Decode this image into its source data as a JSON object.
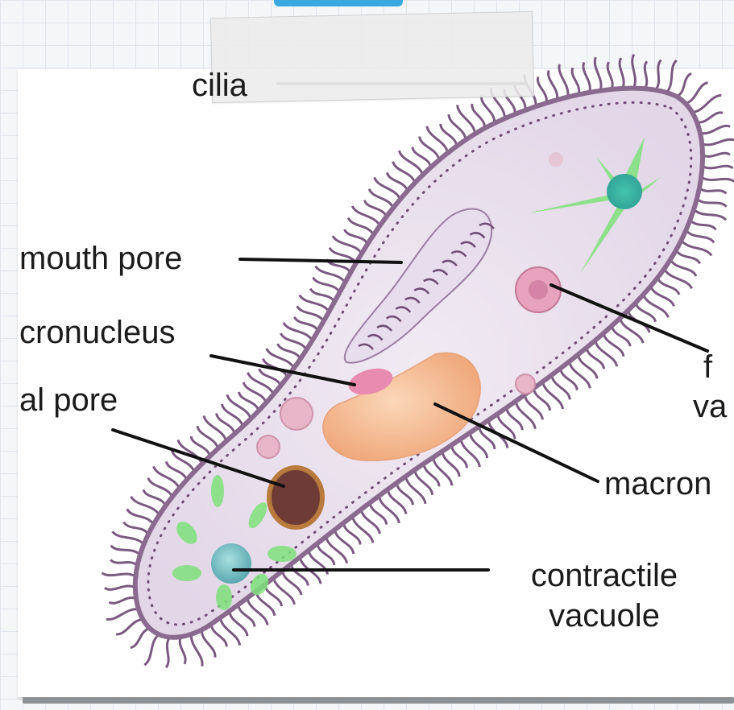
{
  "labels": {
    "cilia": "cilia",
    "mouth_pore": "mouth pore",
    "micronucleus": "cronucleus",
    "anal_pore": "al pore",
    "food_vacuole_1": "f",
    "food_vacuole_2": "va",
    "macronucleus": "macron",
    "contractile_vacuole_1": "contractile",
    "contractile_vacuole_2": "vacuole"
  },
  "colors": {
    "accent": "#39a9e0",
    "body_fill": "#ece3ef",
    "body_outline": "#8a6a8e",
    "cilia": "#7a5a80",
    "macronucleus": "#f4b88c",
    "micronucleus": "#e98bb0",
    "anal_pore": "#6e3b36",
    "contractile_vacuole": "#7fc6c6",
    "green_canals": "#7ee07a",
    "leader_line": "#111111"
  }
}
